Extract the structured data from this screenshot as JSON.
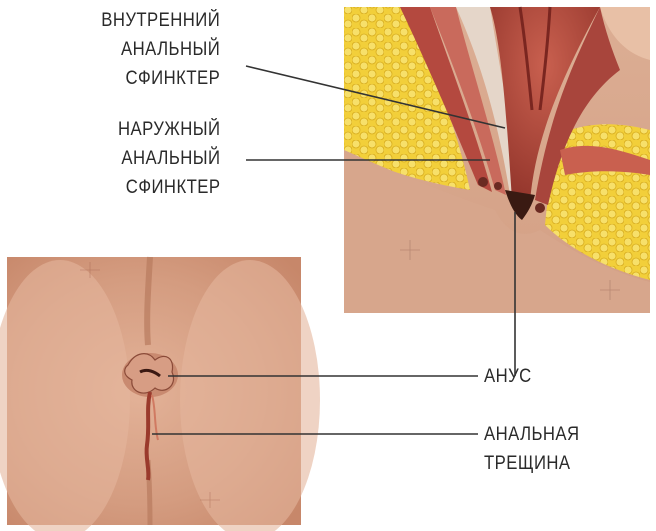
{
  "labels": {
    "internal_sphincter": [
      "ВНУТРЕННИЙ",
      "АНАЛЬНЫЙ",
      "СФИНКТЕР"
    ],
    "external_sphincter": [
      "НАРУЖНЫЙ",
      "АНАЛЬНЫЙ",
      "СФИНКТЕР"
    ],
    "anus": [
      "АНУС"
    ],
    "anal_fissure": [
      "АНАЛЬНАЯ",
      "ТРЕЩИНА"
    ]
  },
  "colors": {
    "label_text": "#2a2a2a",
    "leader_line": "#333333",
    "skin": "#d9a487",
    "fat": "#f2cf3a",
    "muscle": "#a8453c",
    "mucosa": "#c96a5c"
  }
}
